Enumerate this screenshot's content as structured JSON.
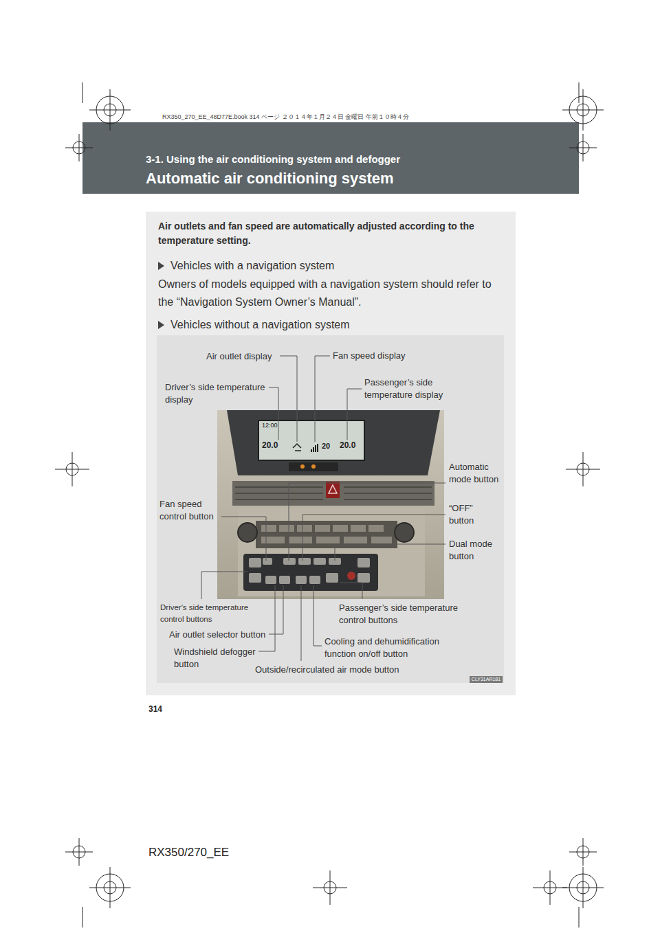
{
  "diagram": {
    "nodes": [
      {
        "text": [
          "3-1. Using the air conditioning system and defogger",
          "Automatic air conditioning system"
        ]
      },
      {
        "text": [
          "Air outlets and fan speed are automatically adjusted according to the temperature setting.",
          "Vehicles with a navigation system",
          "Owners of models equipped with a navigation system should refer to the “Navigation System Owner’s Manual”.",
          "Vehicles without a navigation system"
        ]
      }
    ],
    "labels": [
      "RX350_270_EE_48D77E.book 314 ページ ２０１４年１月２４日 金曜日 午前１０時４分",
      "Air outlet display",
      "Fan speed display",
      "Driver’s side temperature display",
      "Passenger’s side temperature display",
      "Automatic mode button",
      "“OFF” button",
      "Fan speed control button",
      "Dual mode button",
      "Driver's side temperature control buttons",
      "Passenger’s side temperature control buttons",
      "Air outlet selector button",
      "Windshield defogger button",
      "Cooling and dehumidification function on/off button",
      "Outside/recirculated air mode button",
      "CLY31AR181",
      "12:00",
      "20.0",
      "20",
      "20.0",
      "314",
      "RX350/270_EE"
    ]
  }
}
